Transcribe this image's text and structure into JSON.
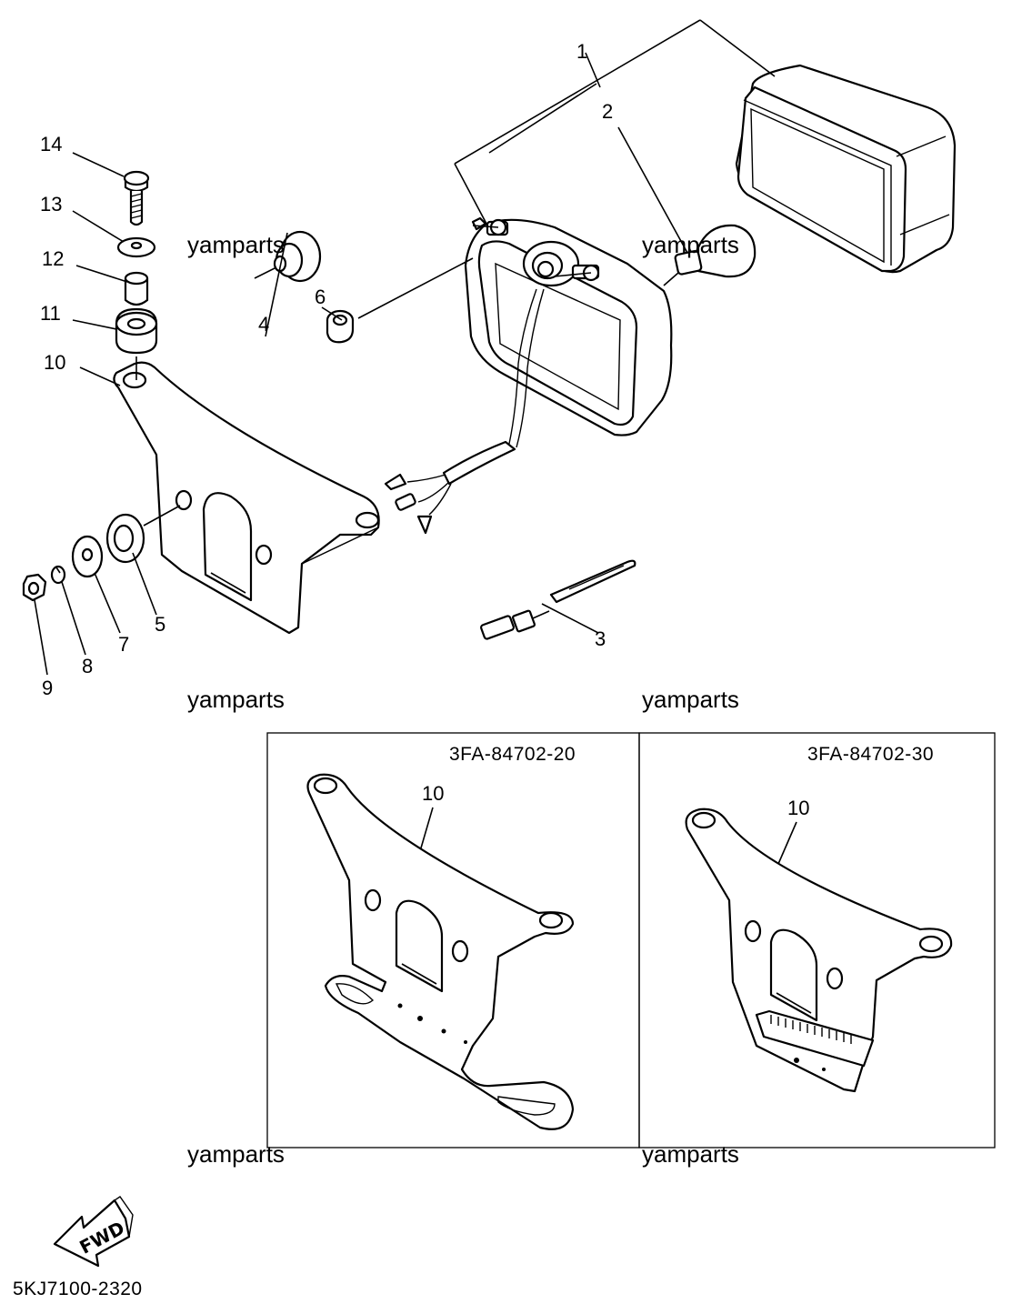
{
  "part_labels": {
    "p1": "1",
    "p2": "2",
    "p3": "3",
    "p4": "4",
    "p5": "5",
    "p6": "6",
    "p7": "7",
    "p8": "8",
    "p9": "9",
    "p10": "10",
    "p11": "11",
    "p12": "12",
    "p13": "13",
    "p14": "14",
    "inset_left_part": "10",
    "inset_right_part": "10"
  },
  "watermarks": {
    "w1": "yamparts",
    "w2": "yamparts",
    "w3": "yamparts",
    "w4": "yamparts",
    "w5": "yamparts",
    "w6": "yamparts"
  },
  "insets": {
    "left_code": "3FA-84702-20",
    "right_code": "3FA-84702-30"
  },
  "fwd_arrow": {
    "label": "FWD",
    "icon": "forward-arrow-icon"
  },
  "diagram_code": "5KJ7100-2320"
}
